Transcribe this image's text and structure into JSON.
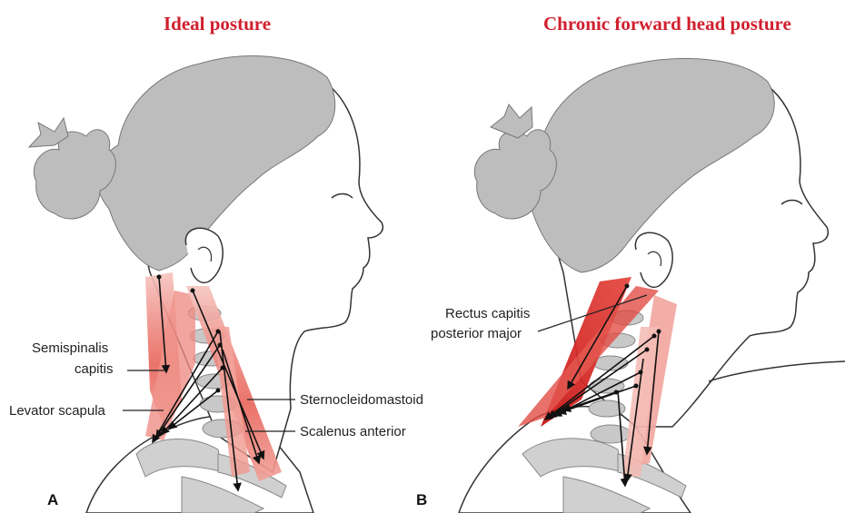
{
  "panels": [
    {
      "letter": "A",
      "title": "Ideal posture",
      "labels": {
        "semispinalis_line1": "Semispinalis",
        "semispinalis_line2": "capitis",
        "levator": "Levator scapula",
        "scm": "Sternocleidomastoid",
        "scalenus": "Scalenus anterior"
      }
    },
    {
      "letter": "B",
      "title": "Chronic forward head posture",
      "labels": {
        "rectus_line1": "Rectus capitis",
        "rectus_line2": "posterior major"
      }
    }
  ],
  "colors": {
    "title": "#d11f2e",
    "hair": "#bdbdbd",
    "skin": "#ffffff",
    "outline": "#333333",
    "bone": "#c8c8c8",
    "muscle_light": "#f4a6a0",
    "muscle_mid": "#e8645a",
    "muscle_dark": "#d41c1c"
  }
}
